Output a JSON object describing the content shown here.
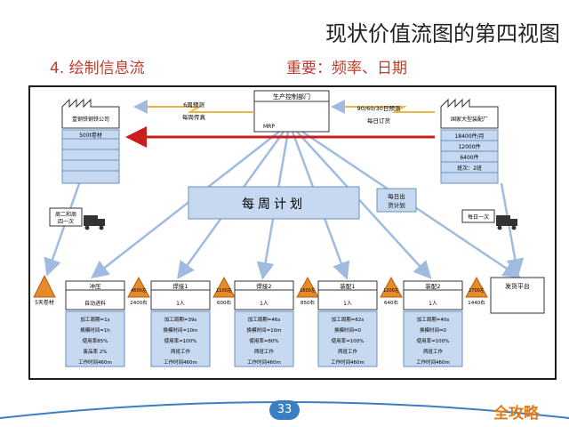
{
  "slide": {
    "title": "现状价值流图的第四视图",
    "section": "4. 绘制信息流",
    "subtitle": "重要：频率、日期",
    "page_number": "33",
    "watermark": "全攻略"
  },
  "diagram": {
    "production_control": {
      "label": "生产控制部门",
      "system": "MRP"
    },
    "supplier": {
      "name": "壹钢铁钢铁公司",
      "stock": "500t卷材"
    },
    "customer": {
      "name": "国家大型装配厂",
      "rows": [
        "18400件/月",
        "12000件",
        "6400件",
        "班次：2班"
      ]
    },
    "supplier_forecast": {
      "line1": "6周预测",
      "line2": "每周传真"
    },
    "customer_forecast": {
      "line1": "90/60/30日预测",
      "line2": "每日订货"
    },
    "weekly_schedule": "每周计划",
    "daily_ship_schedule": {
      "line1": "每日出",
      "line2": "货计划"
    },
    "inbound_truck": {
      "line1": "周二和周",
      "line2": "四一次"
    },
    "outbound_truck": "每日一次",
    "shipping": "发货平台",
    "raw_inventory": "5天卷材",
    "processes": [
      {
        "name": "冲压",
        "operator": "自动进料",
        "data": [
          "加工周期=1s",
          "换模时间=1h",
          "使用率85%",
          "废品率 2%",
          "工作时间460m"
        ]
      },
      {
        "name": "焊接1",
        "operator": "1人",
        "data": [
          "加工周期=39s",
          "换模时间=10m",
          "使用率=100%",
          "两班工作",
          "工作时间460m"
        ]
      },
      {
        "name": "焊接2",
        "operator": "1人",
        "data": [
          "加工周期=46s",
          "换模时间=10m",
          "使用率=80%",
          "两班工作",
          "工作时间460m"
        ]
      },
      {
        "name": "装配1",
        "operator": "1人",
        "data": [
          "加工周期=62s",
          "换模时间=0",
          "使用率=100%",
          "两班工作",
          "工作时间460m"
        ]
      },
      {
        "name": "装配2",
        "operator": "1人",
        "data": [
          "加工周期=40s",
          "换模时间=0",
          "使用率=100%",
          "两班工作",
          "工作时间460m"
        ]
      }
    ],
    "inventories": [
      {
        "top": "4600左",
        "bottom": "2400右"
      },
      {
        "top": "1100左",
        "bottom": "600右"
      },
      {
        "top": "1600左",
        "bottom": "850右"
      },
      {
        "top": "1200左",
        "bottom": "640右"
      },
      {
        "top": "2700左",
        "bottom": "1440右"
      }
    ]
  },
  "colors": {
    "accent_red": "#c0392b",
    "box_blue": "#c6d9f0",
    "box_border": "#6d8fbf",
    "inventory_orange": "#e88a2c",
    "arrow_blue": "#9fbbe0",
    "electronic_red": "#c81e1e"
  }
}
